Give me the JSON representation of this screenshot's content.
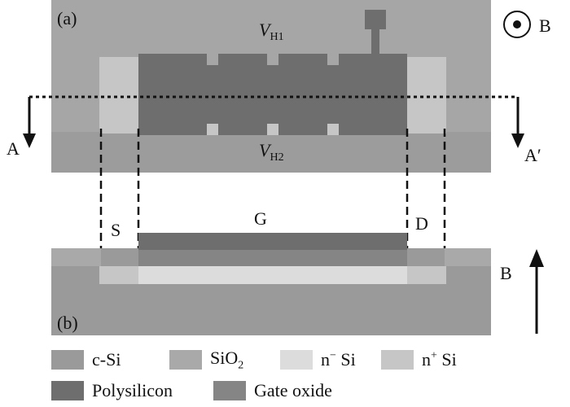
{
  "panel_a": {
    "label": "(a)",
    "vh1": {
      "main": "V",
      "sub": "H1"
    },
    "vh2": {
      "main": "V",
      "sub": "H2"
    },
    "cut_start": "A",
    "cut_end": "A′",
    "field": "B"
  },
  "panel_b": {
    "label": "(b)",
    "source": "S",
    "gate": "G",
    "drain": "D",
    "field": "B"
  },
  "legend": [
    {
      "text": "c-Si",
      "color": "#9a9a9a"
    },
    {
      "text": "SiO",
      "sub": "2",
      "color": "#a9a9a9"
    },
    {
      "text": "n",
      "sup": "−",
      "after": " Si",
      "color": "#dcdcdc"
    },
    {
      "text": "n",
      "sup": "+",
      "after": " Si",
      "color": "#c6c6c6"
    },
    {
      "text": "Polysilicon",
      "color": "#6e6e6e"
    },
    {
      "text": "Gate oxide",
      "color": "#858585"
    }
  ],
  "colors": {
    "c_si": "#9a9a9a",
    "sio2": "#a9a9a9",
    "n_minus_si": "#dcdcdc",
    "n_plus_si": "#c6c6c6",
    "polysilicon": "#6e6e6e",
    "gate_oxide": "#858585",
    "ink": "#111111"
  }
}
